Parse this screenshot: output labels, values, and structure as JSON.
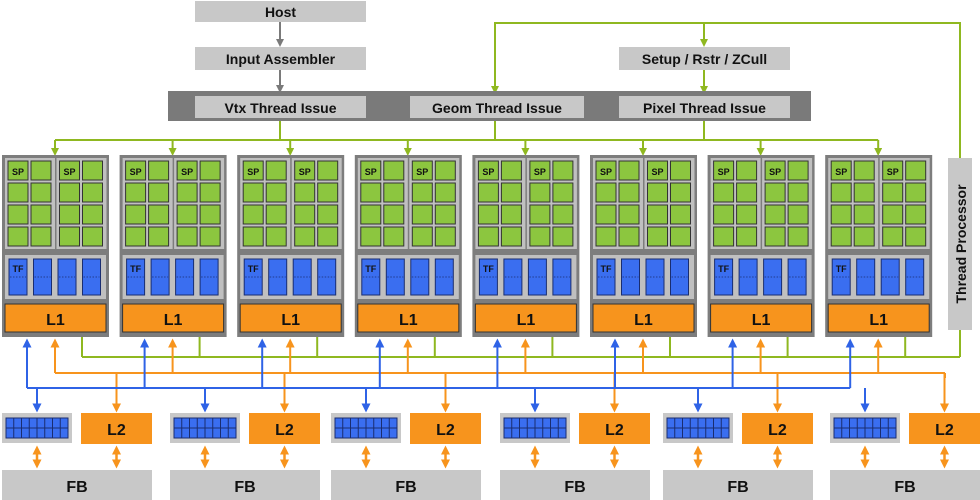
{
  "colors": {
    "green": "#8fb820",
    "sp_fill": "#8cc63f",
    "blue": "#2f63e6",
    "tf_fill": "#3a6ef0",
    "orange": "#f7941d",
    "gray_box": "#c8c8c8",
    "dark_bar": "#7a7a7a",
    "cluster_outer": "#7d7d7d",
    "cluster_inner": "#c0c0c0"
  },
  "top": {
    "host": "Host",
    "input_assembler": "Input Assembler",
    "setup": "Setup / Rstr / ZCull",
    "vtx_issue": "Vtx Thread Issue",
    "geom_issue": "Geom Thread Issue",
    "pixel_issue": "Pixel Thread Issue"
  },
  "thread_processor": "Thread Processor",
  "cluster": {
    "count": 8,
    "sp_label": "SP",
    "tf_label": "TF",
    "l1_label": "L1"
  },
  "partitions": {
    "count": 6,
    "l2_label": "L2",
    "fb_label": "FB"
  }
}
